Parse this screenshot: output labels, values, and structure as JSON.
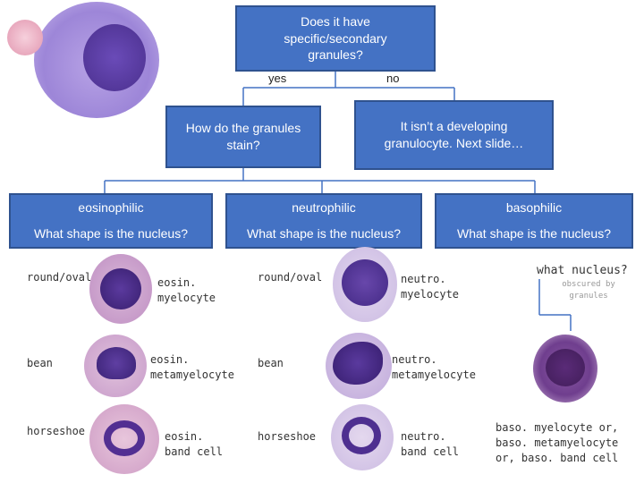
{
  "colors": {
    "box_fill": "#4472c4",
    "box_border": "#2f528f",
    "connector": "#4472c4",
    "cell_cytoplasm": "#c9b3e0",
    "cell_nucleus": "#4b2a8a"
  },
  "top_question": "Does it have specific/secondary granules?",
  "branch_yes": "yes",
  "branch_no": "no",
  "stain_question": "How do the granules stain?",
  "no_answer": "It isn’t a developing granulocyte. Next slide…",
  "columns": [
    {
      "stain": "eosinophilic",
      "question": "What shape is the nucleus?"
    },
    {
      "stain": "neutrophilic",
      "question": "What shape is the nucleus?"
    },
    {
      "stain": "basophilic",
      "question": "What shape is the nucleus?"
    }
  ],
  "eos": {
    "shape1": "round/oval",
    "name1": "eosin. myelocyte",
    "shape2": "bean",
    "name2": "eosin. metamyelocyte",
    "shape3": "horseshoe",
    "name3": "eosin. band cell"
  },
  "neut": {
    "shape1": "round/oval",
    "name1": "neutro. myelocyte",
    "shape2": "bean",
    "name2": "neutro. metamyelocyte",
    "shape3": "horseshoe",
    "name3": "neutro. band cell"
  },
  "baso": {
    "question": "what nucleus?",
    "note": "obscured by granules",
    "name": "baso. myelocyte or, baso. metamyelocyte or, baso. band cell"
  }
}
